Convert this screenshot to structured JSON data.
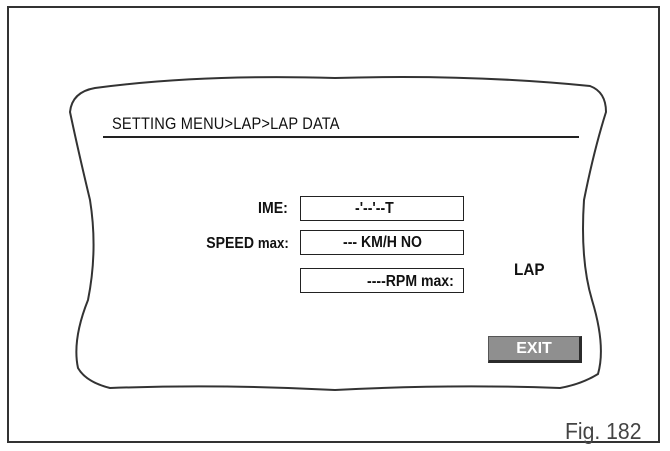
{
  "screen": {
    "menu_title": "SETTING MENU>LAP>LAP DATA"
  },
  "fields": {
    "time_label": "IME:",
    "time_value": "-'--'--T",
    "speed_label": "SPEED",
    "speed_label_suffix": "max:",
    "speed_value": "--- KM/H NO",
    "rpm_value": "----RPM max:",
    "lap_label": "LAP"
  },
  "buttons": {
    "exit_label": "EXIT"
  },
  "caption": {
    "figure": "Fig. 182"
  },
  "colors": {
    "exit_button_bg": "#8f8f8f",
    "outline": "#333333"
  }
}
